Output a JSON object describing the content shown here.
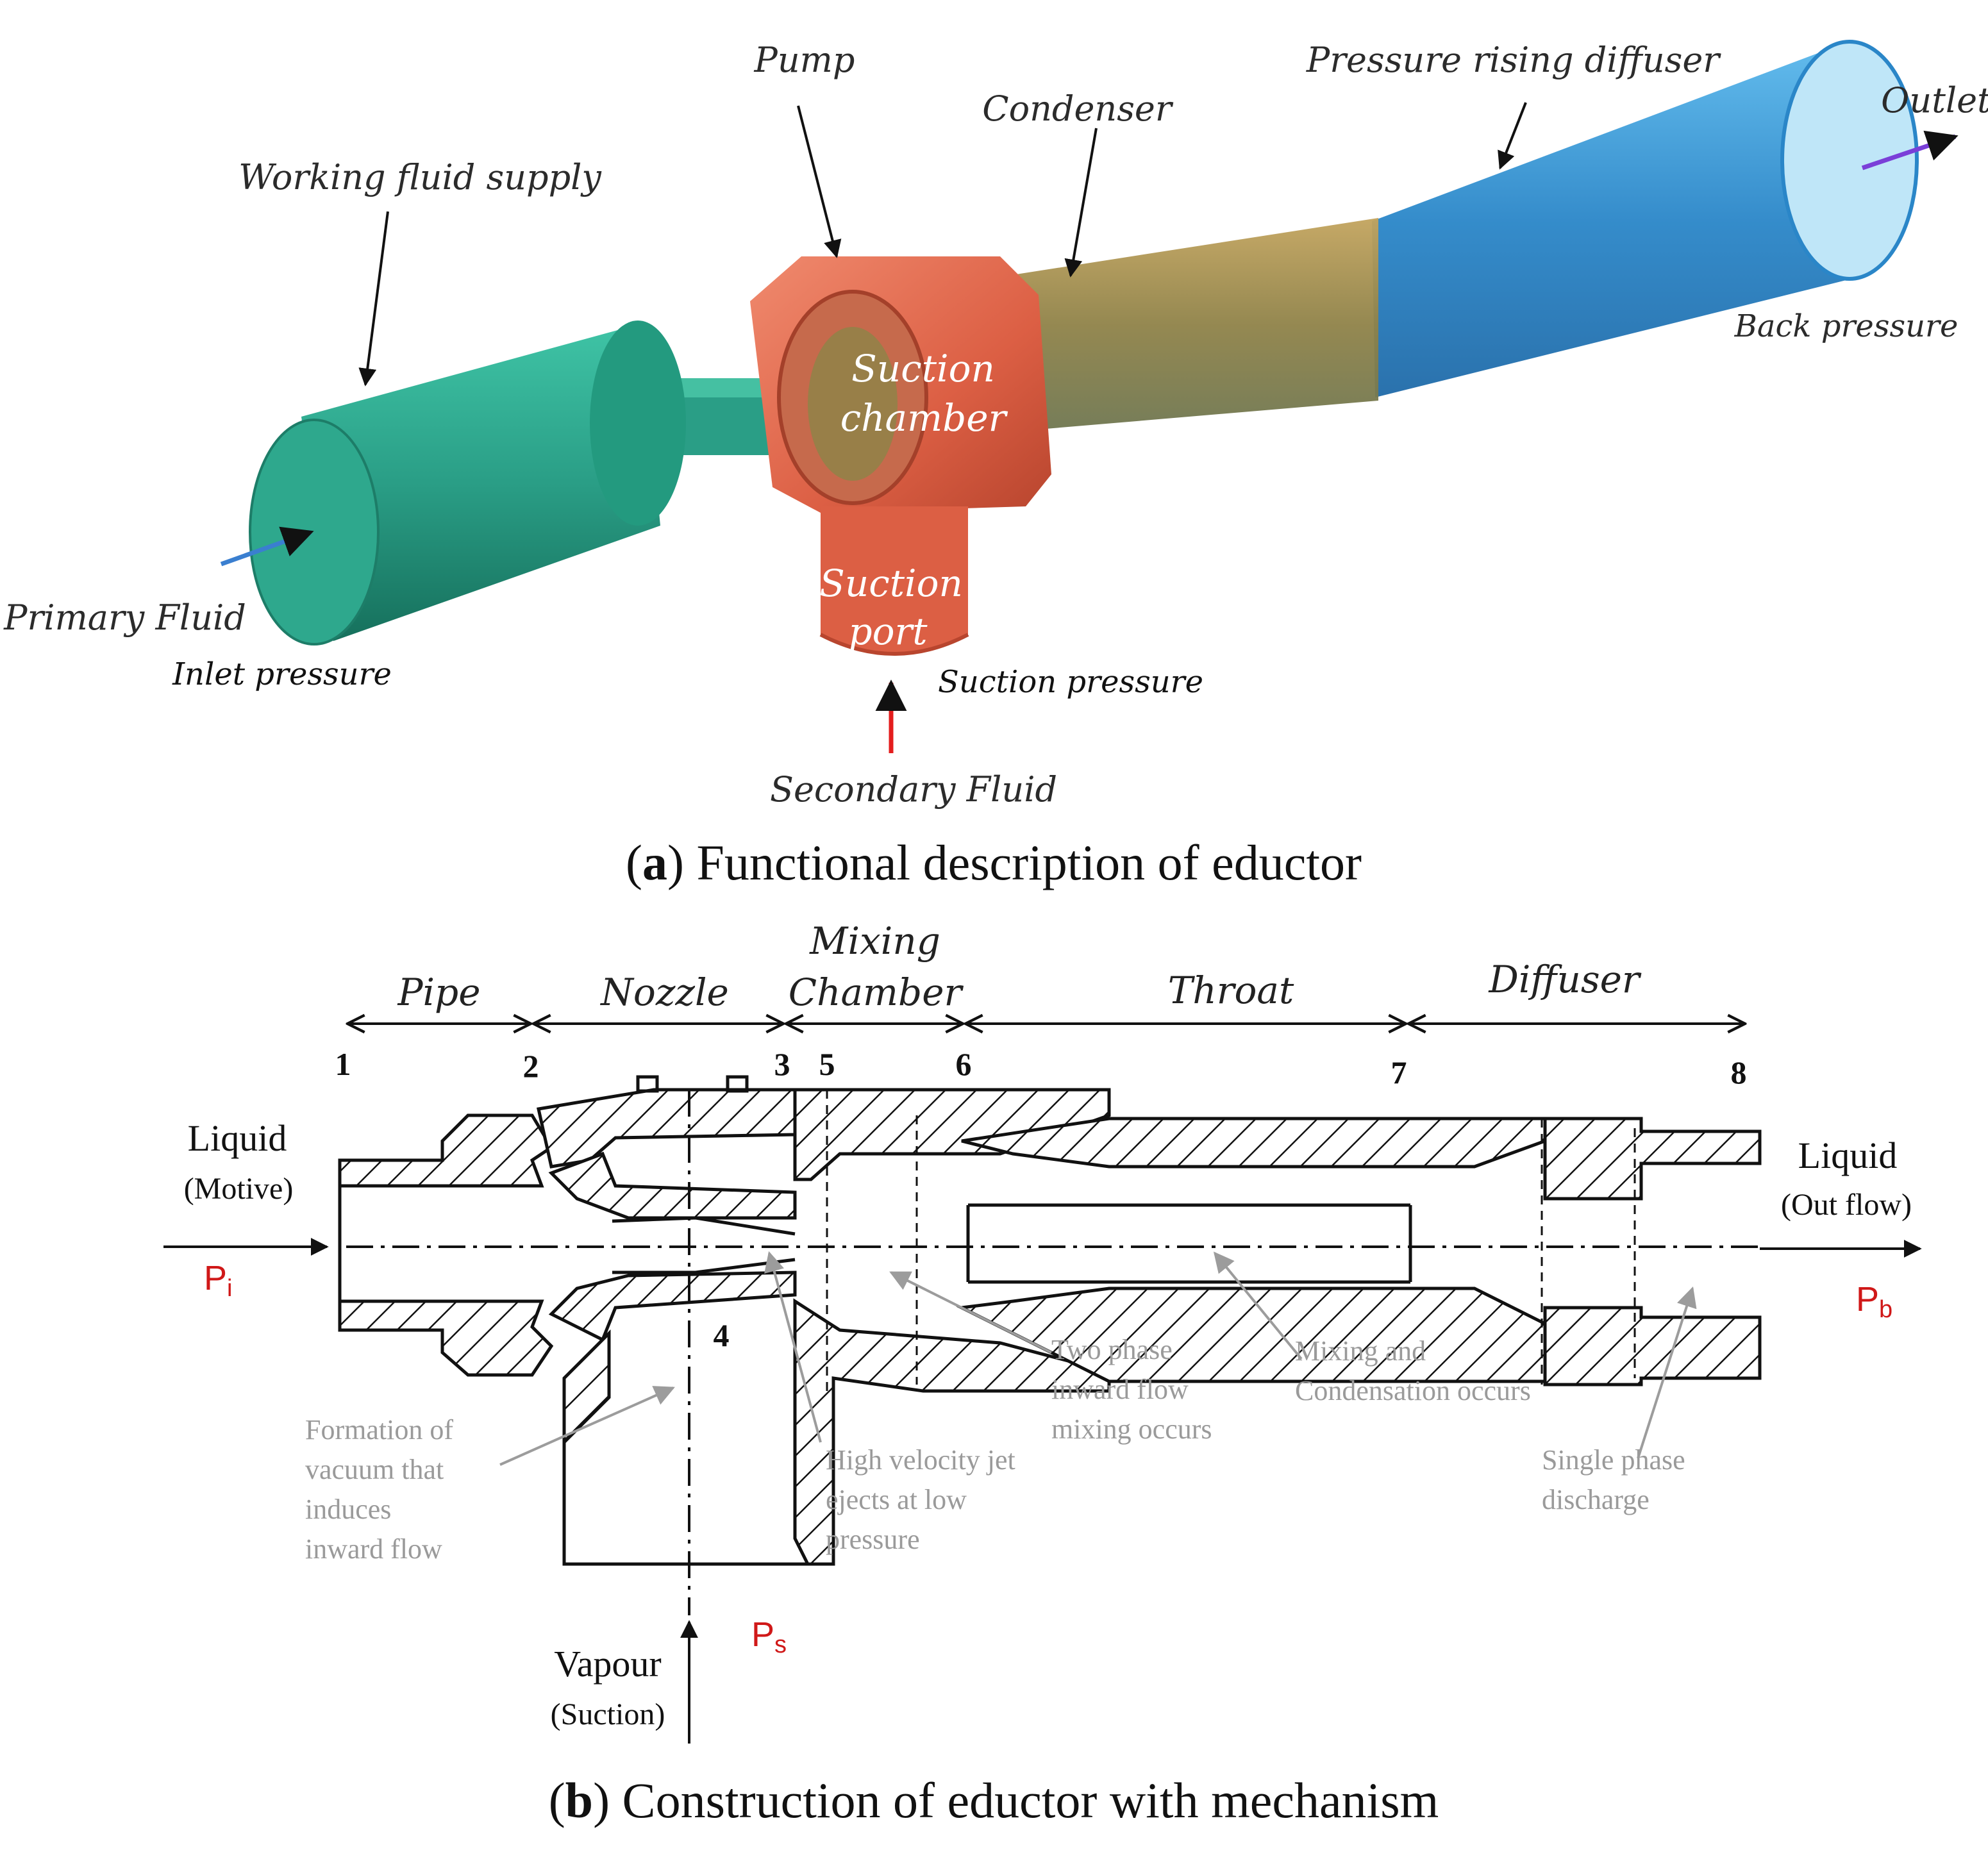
{
  "panel_a": {
    "labels": {
      "pump": "Pump",
      "condenser": "Condenser",
      "diffuser": "Pressure rising diffuser",
      "outlet": "Outlet",
      "working_fluid": "Working fluid supply",
      "back_pressure": "Back pressure",
      "suction_chamber_1": "Suction",
      "suction_chamber_2": "chamber",
      "suction_port_1": "Suction",
      "suction_port_2": "port",
      "primary_fluid": "Primary Fluid",
      "inlet_pressure": "Inlet pressure",
      "suction_pressure": "Suction pressure",
      "secondary_fluid": "Secondary Fluid"
    },
    "caption_letter": "a",
    "caption_text": "Functional description of eductor",
    "colors": {
      "supply": "#2a9e86",
      "pump": "#e0694e",
      "condenser": "#9a8a50",
      "diffuser": "#2f8fd0",
      "inlet_arrow": "#3a7fd0",
      "secondary_arrow": "#e41e1e",
      "outlet_arrow": "#7a3fd8"
    }
  },
  "panel_b": {
    "sections": [
      "Pipe",
      "Nozzle",
      "Mixing",
      "Chamber",
      "Throat",
      "Diffuser"
    ],
    "stations": [
      "1",
      "2",
      "3",
      "5",
      "6",
      "7",
      "8",
      "4"
    ],
    "inlet_label_1": "Liquid",
    "inlet_label_2": "(Motive)",
    "outlet_label_1": "Liquid",
    "outlet_label_2": "(Out flow)",
    "suction_label_1": "Vapour",
    "suction_label_2": "(Suction)",
    "pressures": {
      "inlet": {
        "base": "P",
        "sub": "i"
      },
      "outlet": {
        "base": "P",
        "sub": "b"
      },
      "suction": {
        "base": "P",
        "sub": "s"
      }
    },
    "notes": {
      "vacuum": [
        "Formation of",
        "vacuum that",
        "induces",
        "inward flow"
      ],
      "jet": [
        "High velocity jet",
        "ejects at low",
        "pressure"
      ],
      "two_phase": [
        "Two phase",
        "inward flow",
        "mixing occurs"
      ],
      "condensation": [
        "Mixing and",
        "Condensation occurs"
      ],
      "discharge": [
        "Single phase",
        "discharge"
      ]
    },
    "caption_letter": "b",
    "caption_text": "Construction of eductor with mechanism"
  }
}
